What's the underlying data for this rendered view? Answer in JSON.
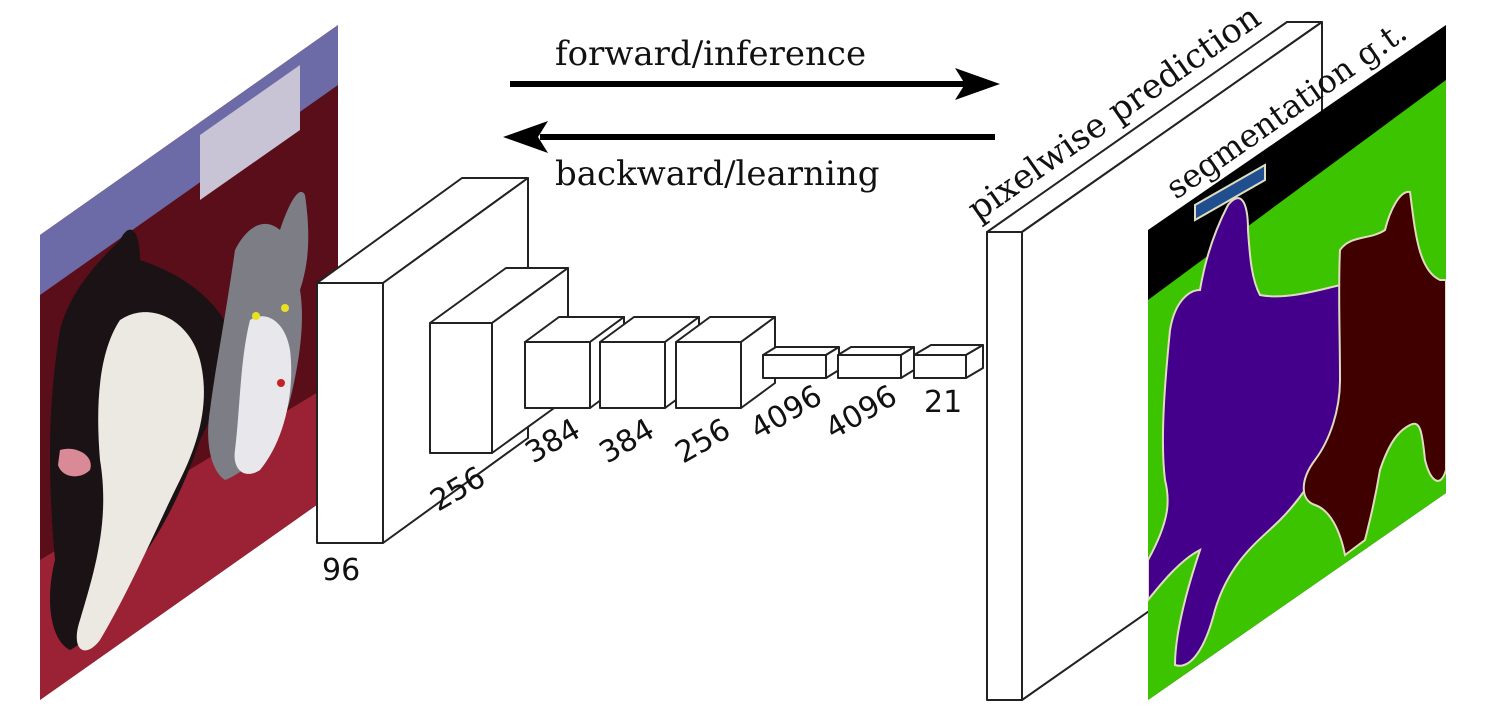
{
  "arrows": {
    "forward_label": "forward/inference",
    "backward_label": "backward/learning"
  },
  "layers": [
    {
      "label": "96"
    },
    {
      "label": "256"
    },
    {
      "label": "384"
    },
    {
      "label": "384"
    },
    {
      "label": "256"
    },
    {
      "label": "4096"
    },
    {
      "label": "4096"
    },
    {
      "label": "21"
    }
  ],
  "output": {
    "prediction_label": "pixelwise prediction",
    "ground_truth_label": "segmentation g.t."
  },
  "colors": {
    "background_class": "#000000",
    "dog_class": "#44008a",
    "cat_class": "#400000",
    "sofa_class": "#3cc400",
    "bottle_class": "#1f4f8f",
    "boundary": "#e0dcc0",
    "photo_wall": "#5a0e1a",
    "photo_sofa": "#9a2234",
    "photo_curtain": "#6d6aa8"
  },
  "input_image": {
    "description": "photo of a dog and a cat on a red sofa"
  }
}
